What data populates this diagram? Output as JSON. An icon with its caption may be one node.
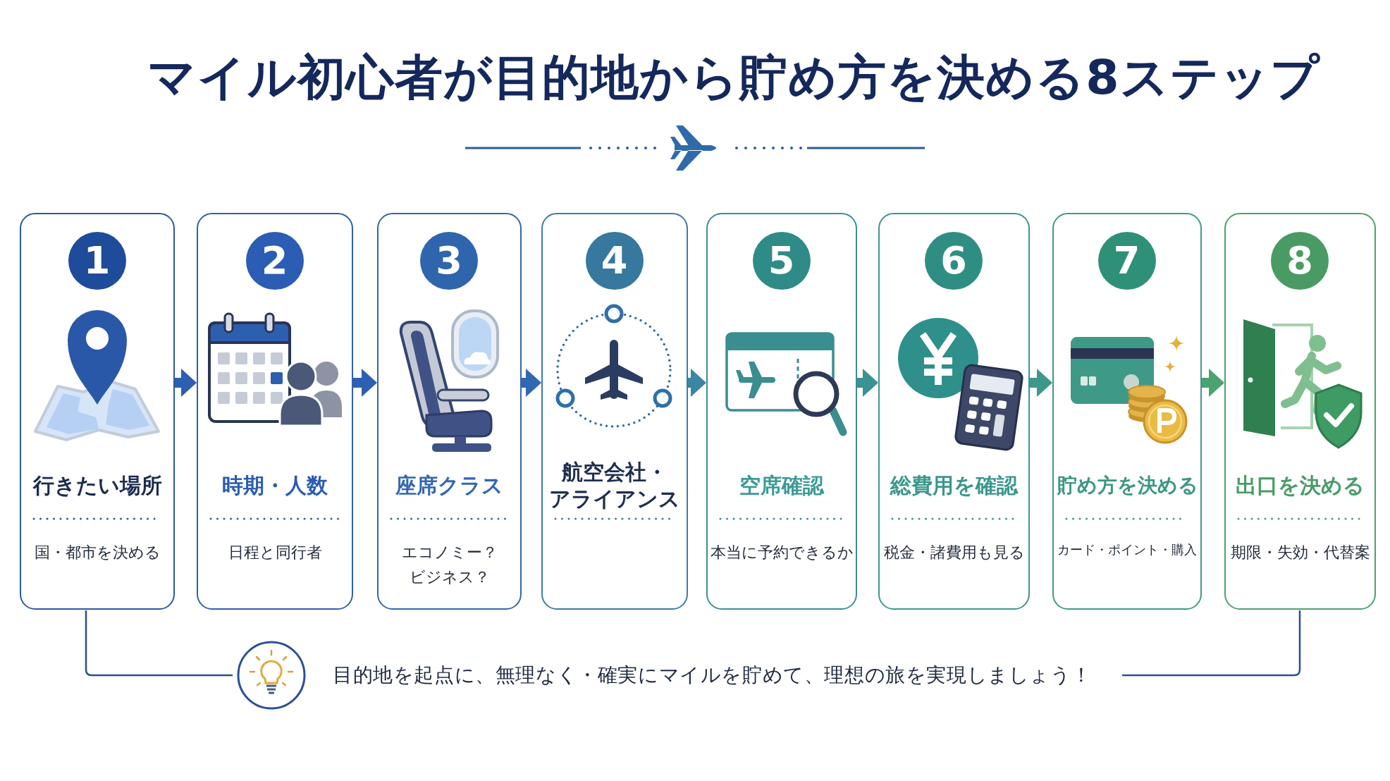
{
  "diagram": {
    "title": "マイル初心者が目的地から貯め方を決める8ステップ",
    "nodes": [
      {
        "text": [
          "行きたい場所",
          "国・都市を決める"
        ]
      },
      {
        "text": [
          "1"
        ],
        "in": 0
      },
      {
        "text": [
          "時期・人数",
          "日程と同行者"
        ]
      },
      {
        "text": [
          "2"
        ],
        "in": 2
      },
      {
        "text": [
          "座席クラス",
          "エコノミー？ビジネス？"
        ]
      },
      {
        "text": [
          "3"
        ],
        "in": 4
      },
      {
        "text": [
          "航空会社・アライアンス"
        ]
      },
      {
        "text": [
          "4"
        ],
        "in": 6
      },
      {
        "text": [
          "空席確認",
          "本当に予約できるか"
        ]
      },
      {
        "text": [
          "5"
        ],
        "in": 8
      },
      {
        "text": [
          "総費用を確認",
          "税金・諸費用も見る"
        ]
      },
      {
        "text": [
          "6"
        ],
        "in": 10
      },
      {
        "text": [
          "貯め方を決める",
          "カード・ポイント・購入"
        ]
      },
      {
        "text": [
          "7"
        ],
        "in": 12
      },
      {
        "text": [
          "出口を決める",
          "期限・失効・代替案"
        ]
      },
      {
        "text": [
          "8"
        ],
        "in": 14
      }
    ],
    "edges": [
      {
        "from": 0,
        "to": 2,
        "arrow": "to",
        "color": "#2d5eb3"
      },
      {
        "from": 2,
        "to": 4,
        "arrow": "to",
        "color": "#2e60b1"
      },
      {
        "from": 4,
        "to": 6,
        "arrow": "to",
        "color": "#3069b0"
      },
      {
        "from": 6,
        "to": 8,
        "arrow": "to",
        "color": "#3a86a3"
      },
      {
        "from": 8,
        "to": 10,
        "arrow": "to",
        "color": "#3a9292"
      },
      {
        "from": 10,
        "to": 12,
        "arrow": "to",
        "color": "#3d978a"
      },
      {
        "from": 12,
        "to": 14,
        "arrow": "to",
        "color": "#4aa26e"
      }
    ],
    "labels": [
      "目的地を起点に、無理なく・確実にマイルを貯めて、理想の旅を実現しましょう！"
    ]
  }
}
